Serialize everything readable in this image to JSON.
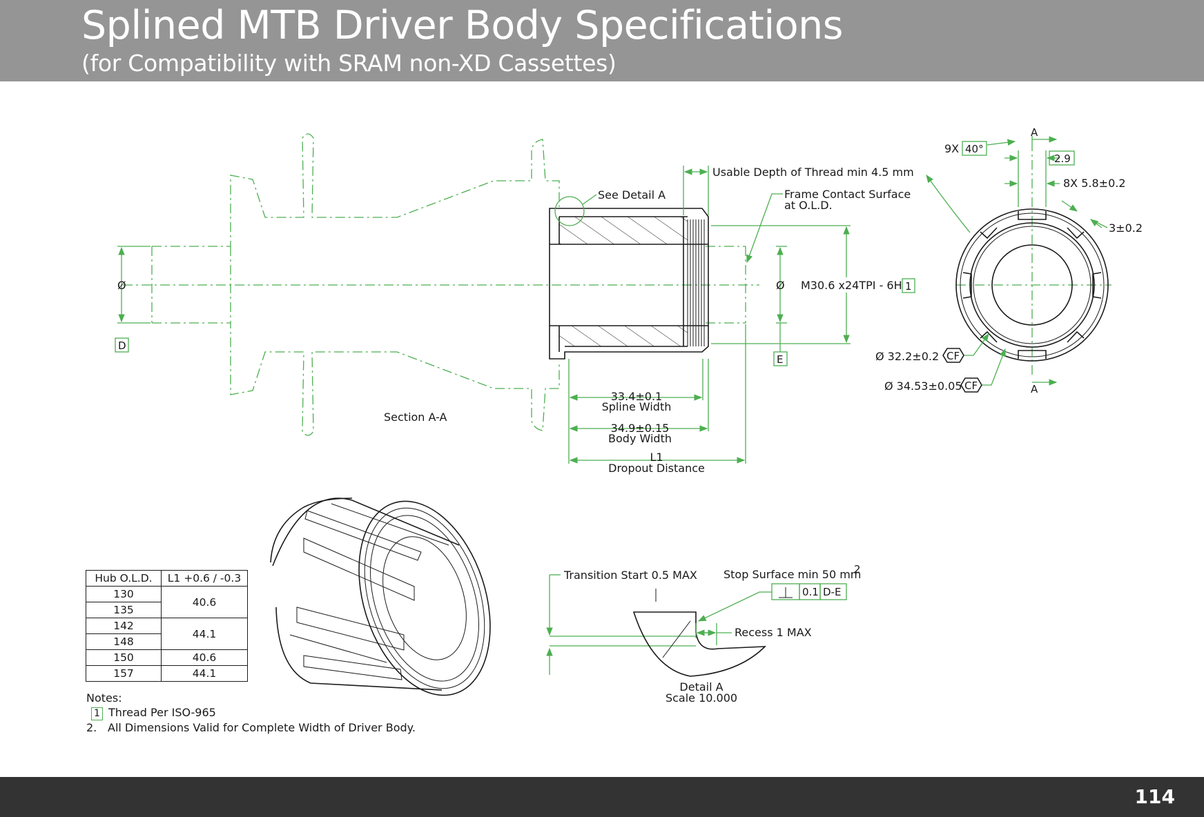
{
  "header": {
    "title": "Splined MTB Driver Body Specifications",
    "subtitle": "(for Compatibility with SRAM non-XD Cassettes)"
  },
  "footer": {
    "page_number": "114"
  },
  "section_view": {
    "caption": "Section A-A",
    "see_detail": "See Detail A",
    "usable_depth": "Usable Depth of Thread min 4.5 mm",
    "frame_contact_line1": "Frame Contact Surface",
    "frame_contact_line2": "at O.L.D.",
    "diameter_symbol": "Ø",
    "datum_d": "D",
    "datum_e": "E",
    "thread_spec": "M30.6 x24TPI - 6H",
    "thread_note_ref": "1",
    "spline_width_value": "33.4±0.1",
    "spline_width_label": "Spline Width",
    "body_width_value": "34.9±0.15",
    "body_width_label": "Body Width",
    "dropout_value": "L1",
    "dropout_label": "Dropout Distance"
  },
  "end_view": {
    "section_marker": "A",
    "angle_count": "9X",
    "angle_value": "40°",
    "width_value": "2.9",
    "spline_spec": "8X 5.8±0.2",
    "offset_value": "3±0.2",
    "inner_diameter": "Ø 32.2±0.2",
    "outer_diameter": "Ø 34.53±0.05",
    "tolerance_symbol": "CF"
  },
  "detail_a": {
    "transition": "Transition Start 0.5 MAX",
    "stop_surface": "Stop Surface min 50 mm",
    "stop_surface_sup": "2",
    "tolerance_value": "0.1",
    "datum_ref": "D-E",
    "recess": "Recess 1 MAX",
    "caption_line1": "Detail A",
    "caption_line2": "Scale 10.000"
  },
  "spec_table": {
    "headers": [
      "Hub O.L.D.",
      "L1 +0.6 / -0.3"
    ],
    "rows": [
      {
        "old": "130",
        "l1": "40.6"
      },
      {
        "old": "135",
        "l1": ""
      },
      {
        "old": "142",
        "l1": "44.1"
      },
      {
        "old": "148",
        "l1": ""
      },
      {
        "old": "150",
        "l1": "40.6"
      },
      {
        "old": "157",
        "l1": "44.1"
      }
    ]
  },
  "notes": {
    "heading": "Notes:",
    "items": [
      {
        "marker": "1",
        "text": "Thread Per ISO-965"
      },
      {
        "marker": "2.",
        "text": "All Dimensions Valid for Complete Width of Driver Body."
      }
    ]
  },
  "colors": {
    "header_bg": "#959595",
    "footer_bg": "#333333",
    "dimension_green": "#4caf50",
    "line_black": "#1a1a1a"
  }
}
